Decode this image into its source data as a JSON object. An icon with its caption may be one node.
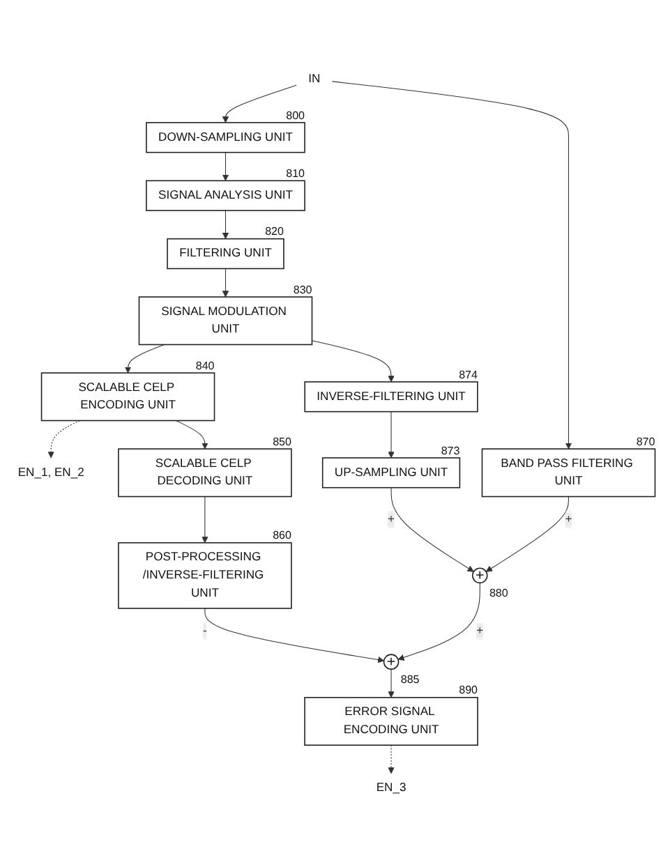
{
  "diagram": {
    "nodes": [
      {
        "text": [
          "IN"
        ]
      },
      {
        "text": [
          "DOWN-SAMPLING UNIT"
        ],
        "beside": [
          "800"
        ]
      },
      {
        "text": [
          "SIGNAL ANALYSIS UNIT"
        ],
        "beside": [
          "810"
        ]
      },
      {
        "text": [
          "FILTERING UNIT"
        ],
        "beside": [
          "820"
        ]
      },
      {
        "text": [
          "SIGNAL MODULATION UNIT"
        ],
        "beside": [
          "830"
        ]
      },
      {
        "text": [
          "SCALABLE CELP ENCODING UNIT"
        ],
        "beside": [
          "840"
        ]
      },
      {
        "text": [
          "EN_1, EN_2"
        ]
      },
      {
        "text": [
          "BAND PASS FILTERING UNIT"
        ],
        "beside": [
          "870"
        ]
      },
      {
        "text": [
          "INVERSE-FILTERING UNIT"
        ],
        "beside": [
          "874"
        ]
      },
      {
        "text": [
          "SCALABLE CELP DECODING UNIT"
        ],
        "beside": [
          "850"
        ]
      },
      {
        "text": [
          "UP-SAMPLING UNIT"
        ],
        "beside": [
          "873"
        ]
      },
      {
        "text": [
          "POST-PROCESSING /INVERSE-FILTERING UNIT"
        ],
        "beside": [
          "860"
        ]
      },
      {
        "text": [
          "+"
        ],
        "beside": [
          "880"
        ]
      },
      {
        "text": [
          "+"
        ],
        "beside": [
          "885"
        ]
      },
      {
        "text": [
          "ERROR SIGNAL ENCODING UNIT"
        ],
        "beside": [
          "890"
        ]
      },
      {
        "text": [
          "EN_3"
        ]
      }
    ],
    "edges": [
      {
        "from": 0,
        "to": 1,
        "arrow": "to"
      },
      {
        "from": 0,
        "to": 7,
        "arrow": "to"
      },
      {
        "from": 1,
        "to": 2,
        "arrow": "to"
      },
      {
        "from": 2,
        "to": 3,
        "arrow": "to"
      },
      {
        "from": 3,
        "to": 4,
        "arrow": "to"
      },
      {
        "from": 4,
        "to": 5,
        "arrow": "to"
      },
      {
        "from": 4,
        "to": 8,
        "arrow": "to"
      },
      {
        "from": 5,
        "to": 6,
        "arrow": "to",
        "style": "dashed"
      },
      {
        "from": 5,
        "to": 9,
        "arrow": "to"
      },
      {
        "from": 9,
        "to": 11,
        "arrow": "to"
      },
      {
        "from": 8,
        "to": 10,
        "arrow": "to"
      },
      {
        "from": 7,
        "to": 12,
        "arrow": "to",
        "label": "+"
      },
      {
        "from": 10,
        "to": 12,
        "arrow": "to",
        "label": "+"
      },
      {
        "from": 11,
        "to": 13,
        "arrow": "to",
        "label": "-"
      },
      {
        "from": 12,
        "to": 13,
        "arrow": "to",
        "label": "+"
      },
      {
        "from": 13,
        "to": 14,
        "arrow": "to"
      },
      {
        "from": 14,
        "to": 15,
        "arrow": "to",
        "style": "dashed"
      }
    ]
  }
}
